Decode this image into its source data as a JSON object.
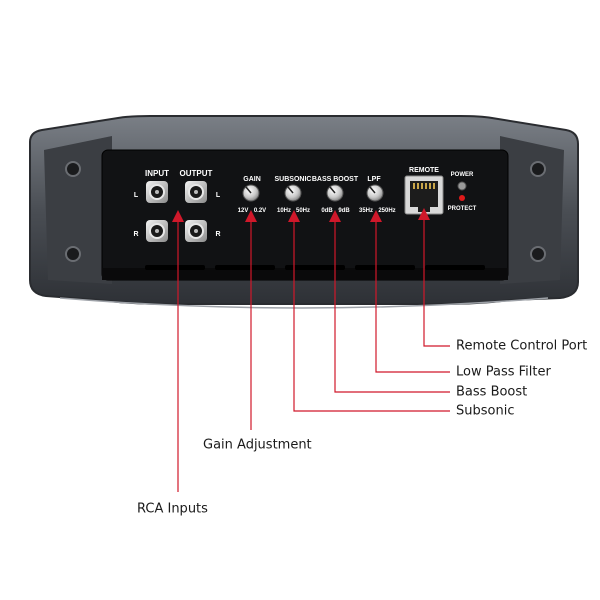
{
  "panel": {
    "labels": {
      "input": "INPUT",
      "output": "OUTPUT",
      "left_in": "L",
      "right_in": "R",
      "left_out": "L",
      "right_out": "R",
      "gain": "GAIN",
      "subsonic": "SUBSONIC",
      "bass_boost": "BASS BOOST",
      "lpf": "LPF",
      "remote": "REMOTE",
      "power": "POWER",
      "protect": "PROTECT"
    },
    "scales": {
      "gain_min": "12V",
      "gain_max": "0.2V",
      "subsonic_min": "10Hz",
      "subsonic_max": "50Hz",
      "bass_min": "0dB",
      "bass_max": "9dB",
      "lpf_min": "35Hz",
      "lpf_max": "250Hz"
    }
  },
  "callouts": {
    "remote": "Remote Control Port",
    "lpf": "Low Pass Filter",
    "bass_boost": "Bass Boost",
    "subsonic": "Subsonic",
    "gain": "Gain Adjustment",
    "rca": "RCA Inputs"
  },
  "colors": {
    "callout_line": "#d0182a",
    "chassis": "#555a60",
    "face": "#111214",
    "protect_led": "#e01a1a"
  }
}
